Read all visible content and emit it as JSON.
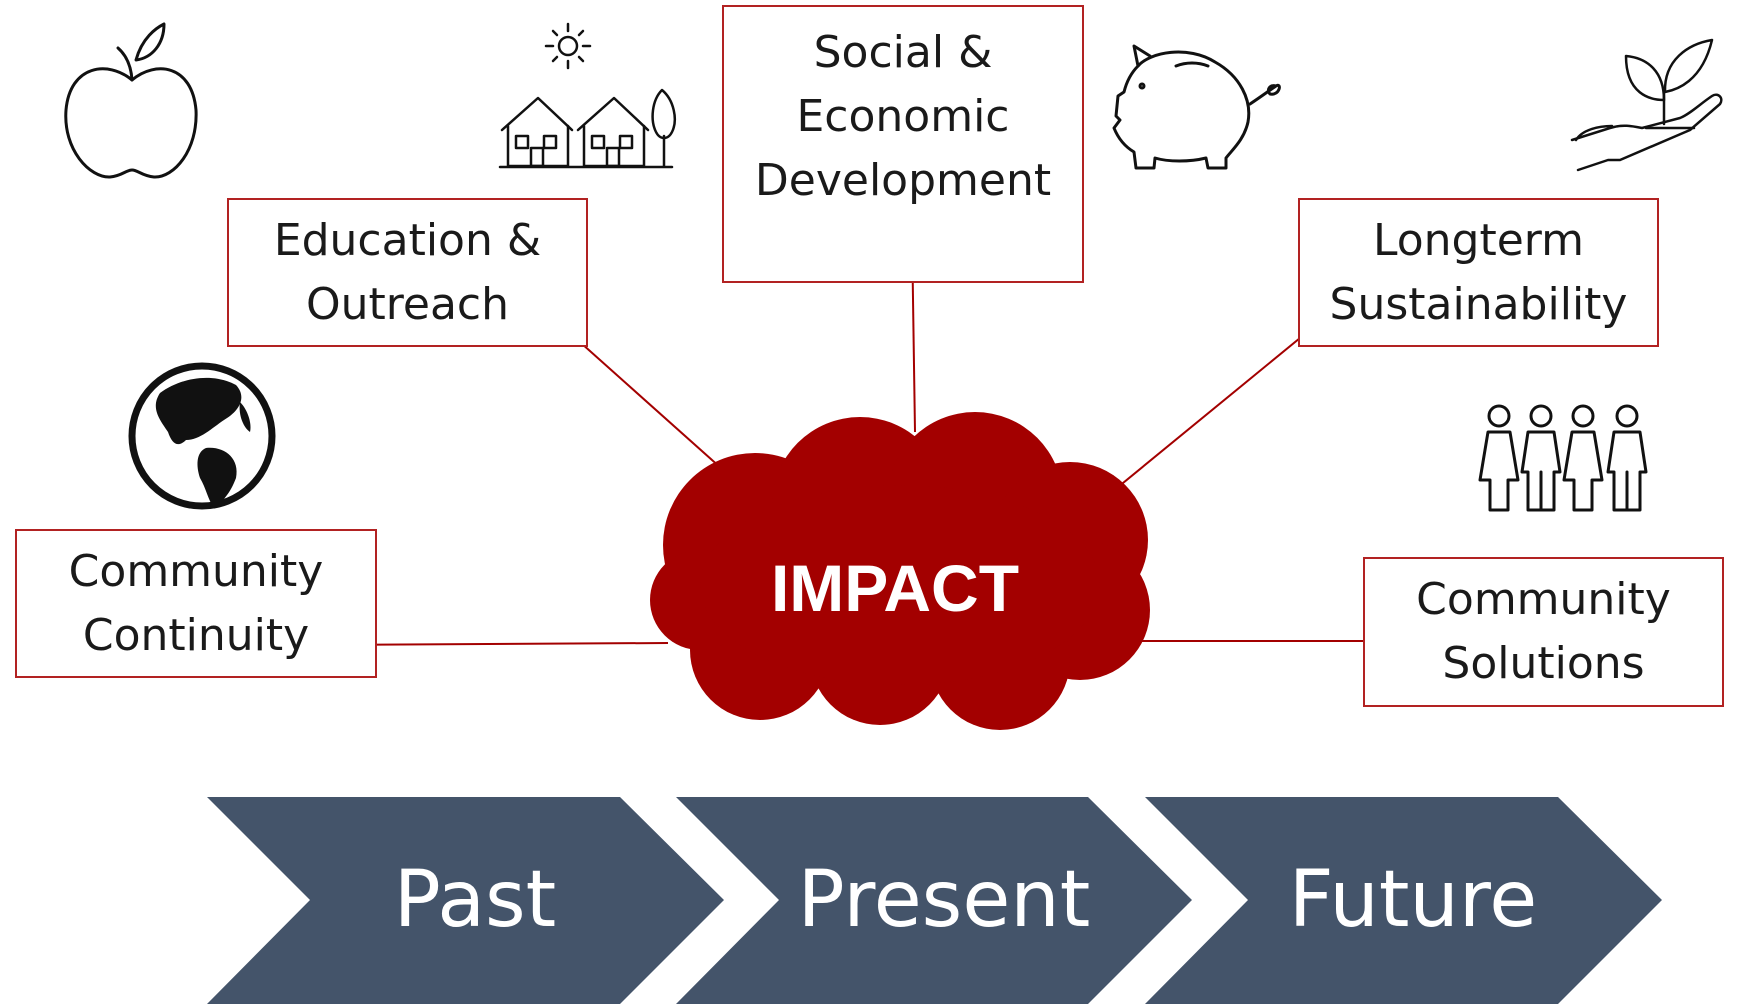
{
  "center": {
    "label": "IMPACT"
  },
  "boxes": {
    "education": {
      "lines": [
        "Education &",
        "Outreach"
      ]
    },
    "social": {
      "lines": [
        "Social &",
        "Economic",
        "Development"
      ]
    },
    "sustainability": {
      "lines": [
        "Longterm",
        "Sustainability"
      ]
    },
    "continuity": {
      "lines": [
        "Community",
        "Continuity"
      ]
    },
    "solutions": {
      "lines": [
        "Community",
        "Solutions"
      ]
    }
  },
  "timeline": [
    "Past",
    "Present",
    "Future"
  ],
  "icons": [
    "apple-icon",
    "houses-sun-icon",
    "piggy-bank-icon",
    "plant-in-hand-icon",
    "globe-icon",
    "people-group-icon"
  ],
  "colors": {
    "accent": "#a30000",
    "box_border": "#b22222",
    "chevron": "#44546a",
    "text": "#1a1a1a"
  }
}
